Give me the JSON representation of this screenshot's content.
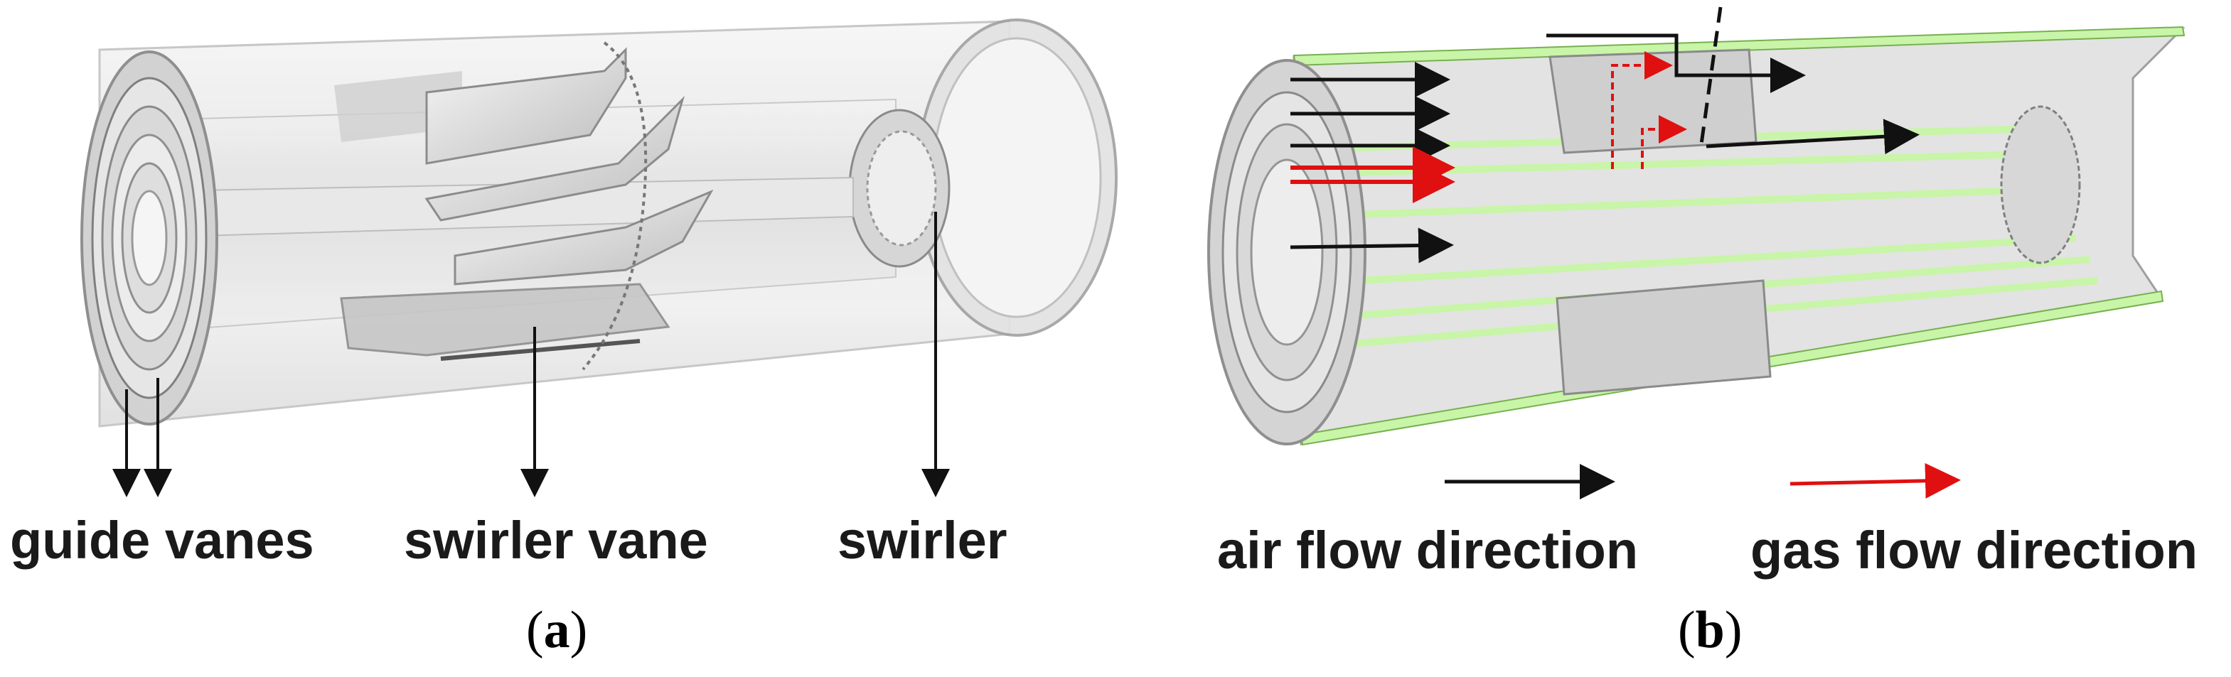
{
  "panel_a": {
    "labels": {
      "guide_vanes": "guide vanes",
      "swirler_vane": "swirler vane",
      "swirler": "swirler"
    },
    "caption": {
      "open": "(",
      "letter": "a",
      "close": ")"
    }
  },
  "panel_b": {
    "legend": {
      "air": "air flow direction",
      "gas": "gas flow direction"
    },
    "caption": {
      "open": "(",
      "letter": "b",
      "close": ")"
    }
  },
  "colors": {
    "air_arrow": "#111111",
    "gas_arrow": "#e01010",
    "cut_section": "#c8f5a8",
    "body": "#d8d8d8"
  }
}
